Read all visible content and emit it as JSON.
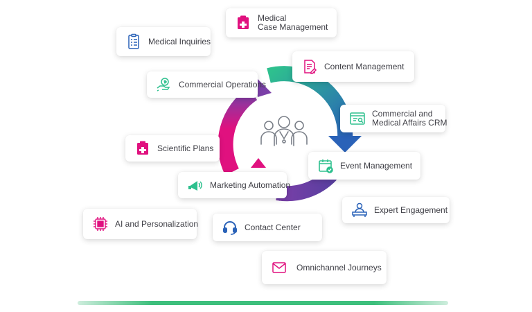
{
  "center": {
    "icon": "doctors-group-icon"
  },
  "cards": [
    {
      "id": "medical-case-management",
      "lines": [
        "Medical",
        "Case Management"
      ],
      "icon": "medical-kit-icon"
    },
    {
      "id": "medical-inquiries",
      "lines": [
        "Medical Inquiries"
      ],
      "icon": "clipboard-list-icon"
    },
    {
      "id": "content-management",
      "lines": [
        "Content Management"
      ],
      "icon": "document-edit-icon"
    },
    {
      "id": "commercial-operations",
      "lines": [
        "Commercial Operations"
      ],
      "icon": "hand-money-icon"
    },
    {
      "id": "commercial-medical-affairs-crm",
      "lines": [
        "Commercial and",
        "Medical Affairs CRM"
      ],
      "icon": "crm-window-icon"
    },
    {
      "id": "scientific-plans",
      "lines": [
        "Scientific Plans"
      ],
      "icon": "medical-kit-icon"
    },
    {
      "id": "event-management",
      "lines": [
        "Event Management"
      ],
      "icon": "calendar-check-icon"
    },
    {
      "id": "marketing-automation",
      "lines": [
        "Marketing Automation"
      ],
      "icon": "megaphone-icon"
    },
    {
      "id": "expert-engagement",
      "lines": [
        "Expert Engagement"
      ],
      "icon": "expert-desk-icon"
    },
    {
      "id": "ai-personalization",
      "lines": [
        "AI and Personalization"
      ],
      "icon": "ai-chip-icon"
    },
    {
      "id": "contact-center",
      "lines": [
        "Contact Center"
      ],
      "icon": "headset-icon"
    },
    {
      "id": "omnichannel-journeys",
      "lines": [
        "Omnichannel Journeys"
      ],
      "icon": "envelope-icon"
    }
  ],
  "colors": {
    "pink": "#e0117f",
    "purple": "#7b3fa8",
    "green": "#2ec08e",
    "blue": "#2a62b8",
    "icon_gray": "#8a8f98"
  }
}
